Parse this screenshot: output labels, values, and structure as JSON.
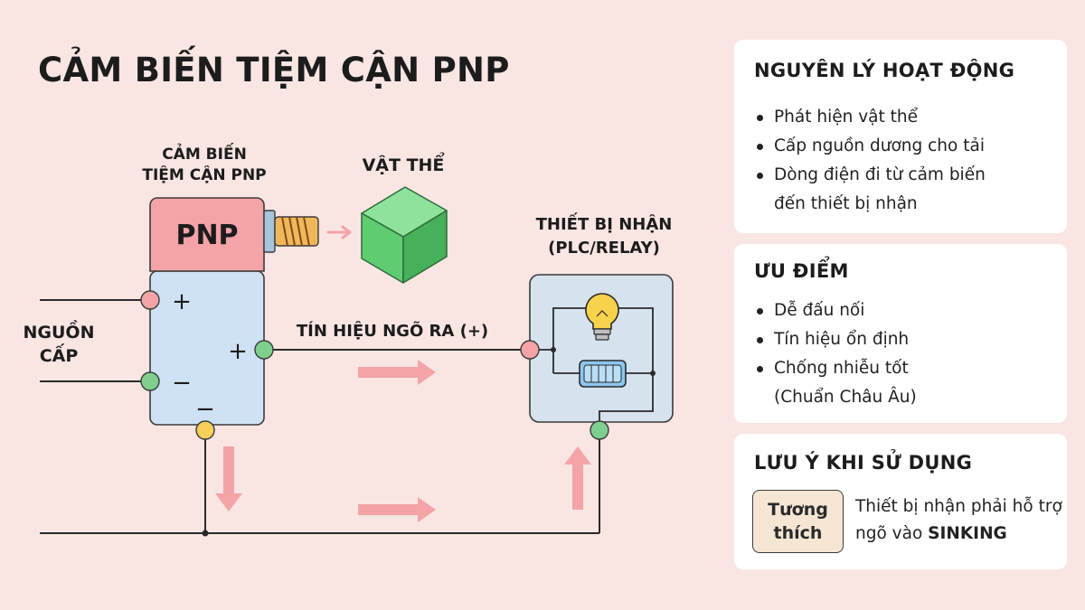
{
  "title": "CẢM BIẾN TIỆM CẬN PNP",
  "diagram": {
    "sensor_label_line1": "CẢM BIẾN",
    "sensor_label_line2": "TIỆM CẬN PNP",
    "sensor_head_text": "PNP",
    "object_label": "VẬT THỂ",
    "receiver_label_line1": "THIẾT BỊ NHẬN",
    "receiver_label_line2": "(PLC/RELAY)",
    "source_label_line1": "NGUỒN",
    "source_label_line2": "CẤP",
    "signal_label": "TÍN HIỆU NGÕ RA (+)",
    "plus_symbol": "+",
    "minus_symbol": "−",
    "colors": {
      "background": "#f9e6e3",
      "sensor_head": "#f4a3a6",
      "sensor_body": "#cfe2f5",
      "object_cube": "#5fcc72",
      "receiver_box": "#d6e3ee",
      "arrow": "#f4a3a6",
      "terminal_red": "#f4a3a6",
      "terminal_green": "#7fcf8e",
      "terminal_yellow": "#f5cf5a"
    }
  },
  "cards": {
    "principle": {
      "title": "NGUYÊN LÝ HOẠT ĐỘNG",
      "items": [
        "Phát hiện vật thể",
        "Cấp nguồn dương cho tải",
        "Dòng điện đi từ cảm biến"
      ],
      "item3_cont": "đến thiết bị nhận"
    },
    "advantages": {
      "title": "ƯU ĐIỂM",
      "items": [
        "Dễ đấu nối",
        "Tín hiệu ổn định",
        "Chống nhiễu tốt"
      ],
      "item3_cont": "(Chuẩn Châu Âu)"
    },
    "notes": {
      "title": "LƯU Ý KHI SỬ DỤNG",
      "badge_line1": "Tương",
      "badge_line2": "thích",
      "text_part1": "Thiết bị nhận phải hỗ trợ ngõ vào ",
      "text_bold": "SINKING"
    }
  }
}
